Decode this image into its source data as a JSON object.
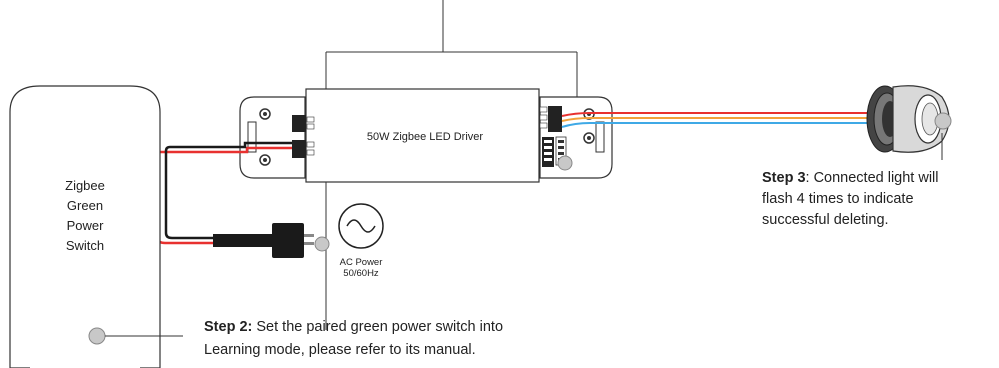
{
  "driver": {
    "label": "50W Zigbee LED Driver"
  },
  "switch": {
    "label_lines": [
      "Zigbee",
      "Green",
      "Power",
      "Switch"
    ]
  },
  "ac_power": {
    "line1": "AC Power",
    "line2": "50/60Hz"
  },
  "step2": {
    "prefix": "Step 2:",
    "line1_rest": " Set the paired green power switch into",
    "line2": "Learning mode, please refer to its manual."
  },
  "step3": {
    "prefix": "Step 3",
    "line1_rest": ": Connected light will",
    "line2": "flash 4 times to indicate",
    "line3": "successful deleting."
  },
  "colors": {
    "wire_red": "#e8312f",
    "wire_orange": "#f2a13a",
    "wire_blue": "#3fa9e6",
    "wire_black": "#1a1a1a",
    "outline": "#333333",
    "indicator": "#c8c8c8"
  }
}
